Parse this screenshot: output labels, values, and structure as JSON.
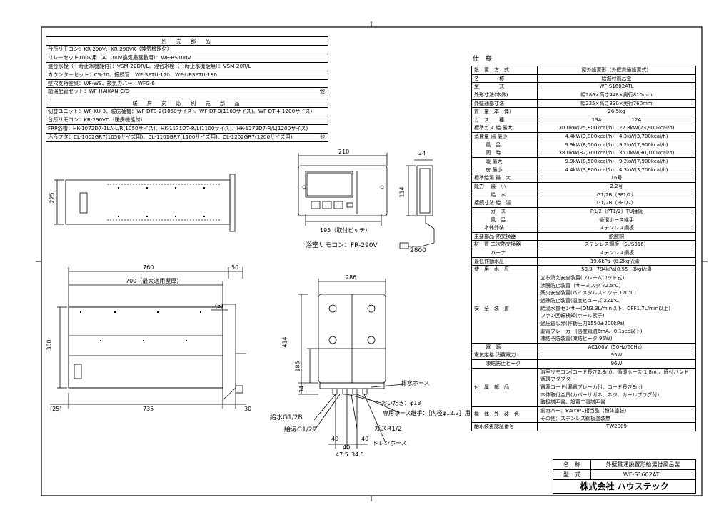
{
  "accessories": {
    "title": "別　売　部　品",
    "rows": [
      "台所リモコン：KR-290V、KR-290VK（換気機能付）",
      "リレーセット100V用（AC100V換気扇駆動用）：WF-RS100V",
      "混合水栓（一時止水機能付）：VSM-22DR/L、混合水栓（一時止水機能無）：VSM-20R/L",
      "カウンターセット：CS-20、接続管：WF-SETU-170、WF-UBSETU-180",
      "壁穴支持金具：WF-WS、換気カバー：WFG-6",
      "給湯配管セット：WF-HAIKAN-C/D"
    ],
    "tail": "他"
  },
  "heating": {
    "title": "暖　房　対　応　別　売　部　品",
    "rows": [
      "切替ユニット：WF-KU-3、暖房補機：WF-DTS-2(1050サイズ)、WF-DT-3(1100サイズ)、WF-DT-4(1200サイズ)",
      "台所リモコン：KR-290VD（暖房機能付）",
      "FRP浴槽：HK-1072D7-1LA-L/R(1050サイズ)、HK-1171D7-R/L(1100サイズ)、HK-1272D7-R/L(1200サイズ)",
      "ふろフタ：CL-1002GR7(1050サイズ用)、CL-1101GR7(1100サイズ用)、CL-1202GR7(1200サイズ用)"
    ],
    "tail": "他"
  },
  "spec": {
    "title": "仕　様",
    "rows": [
      {
        "k": "設　置　方　式",
        "v": "屋外設置形（外壁貫通設置式）"
      },
      {
        "k": "名　　　　称",
        "v": "給湯付風呂釜"
      },
      {
        "k": "型　　　　式",
        "v": "WF-S1602ATL"
      },
      {
        "k": "外形寸法(本体)",
        "v": "幅286×高さ448×奥行810mm"
      },
      {
        "k": "外壁通部寸法",
        "v": "幅225×高さ330×奥行760mm"
      },
      {
        "k": "質　量（本　体）",
        "v": "26.5kg"
      },
      {
        "k": "ガ　ス　　種",
        "v": "13A　　　　　　12A"
      },
      {
        "k": "標準ガス 給 最大",
        "v": "30.0kW(25,800kcal/h)　27.8kW(23,900kcal/h)"
      },
      {
        "k": "消費量 湯 最小",
        "v": "4.4kW(3,800kcal/h)　4.3kW(3,700kcal/h)"
      },
      {
        "k": "　　 風　呂",
        "v": "9.9kW(8,500kcal/h)　9.2kW(7,900kcal/h)"
      },
      {
        "k": "　　 同　時",
        "v": "38.0kW(32,700kcal/h)　35.0kW(30,100kcal/h)"
      },
      {
        "k": "　　 暖 最大",
        "v": "9.9kW(8,500kcal/h)　9.2kW(7,900kcal/h)"
      },
      {
        "k": "　　 房 最小",
        "v": "4.4kW(3,800kcal/h)　4.3kW(3,700kcal/h)"
      },
      {
        "k": "標準給湯 最　大",
        "v": "16号"
      },
      {
        "k": "能力　 最　小",
        "v": "2.2号"
      },
      {
        "k": "　　　 給　水",
        "v": "G1/2B（PF1/2）"
      },
      {
        "k": "接続寸法 給　湯",
        "v": "G1/2B（PF1/2）"
      },
      {
        "k": "　　　 ガ　ス",
        "v": "R1/2（PT1/2）TU接続"
      },
      {
        "k": "　　　 風　呂",
        "v": "循環ホース継手"
      },
      {
        "k": "　　本体外装",
        "v": "ステンレス鋼板"
      },
      {
        "k": "主要部品 熱交換器",
        "v": "脱酸銅"
      },
      {
        "k": "材　質 二次熱交換器",
        "v": "ステンレス鋼板（SUS316）"
      },
      {
        "k": "　　　 バーナ",
        "v": "ステンレス鋼板"
      },
      {
        "k": "最低作動水圧",
        "v": "19.6kPa（0.2kgf/㎠）"
      },
      {
        "k": "使　用　水　圧",
        "v": "53.9~784kPa(0.55~8kgf/㎠)"
      }
    ],
    "safety": {
      "k": "安　全　装　置",
      "items": [
        "立ち消え安全装置(フレームロッド式)",
        "沸騰防止装置（サーミスタ 72.5℃）",
        "残火安全装置(バイメタルスイッチ 120℃)",
        "過熱防止装置(温度ヒューズ 221℃)",
        "給湯水量センサー(ON3.3L/min以下、OFF1.7L/min以上)",
        "ファン回転検知(ホール素子)",
        "過圧逃し弁(作動圧力1550±200kPa)",
        "漏電ブレーカー(感度電流6mA、0.1sec以下)",
        "凍結予防装置(凍結ヒータ 96W)"
      ]
    },
    "power": [
      {
        "k": "　　 電　源",
        "v": "AC100V（50Hz/60Hz）"
      },
      {
        "k": "電気定格 消費電力",
        "v": "95W"
      },
      {
        "k": "　　 凍結防止ヒータ",
        "v": "96W"
      }
    ],
    "attachments": {
      "k": "付　属　部　品",
      "items": [
        "浴室リモコン(コード長さ2.8m)、循環ホース(1.8m)、締付バンド",
        "循環アダプター",
        "電源コード(漏電ブレーカ付、コード長さ8m)",
        "本体取付金具(カバーサガネ、ネジ、カールプラグ付)",
        "取扱説明書、設置工事説明書"
      ]
    },
    "color": {
      "k": "機　体　外　装　色",
      "items": [
        "前カバー：8.5Y9/1相当品（粉体塗装）",
        "その他：ステンレス鋼板塗装無"
      ]
    },
    "cert": {
      "k": "給水装置認証番号",
      "v": "TW2009"
    }
  },
  "drawing": {
    "dim_760": "760",
    "dim_50": "50",
    "dim_700": "700（最大適用壁厚）",
    "dim_6": "（6）",
    "dim_330": "330",
    "dim_225": "225",
    "dim_25": "(25)",
    "dim_735": "735",
    "dim_30": "30",
    "dim_210": "210",
    "dim_24": "24",
    "dim_114": "114",
    "dim_195": "195（取付ピッチ）",
    "remote_label": "浴室リモコン：FR-290V",
    "dim_2800": "2800",
    "dim_286": "286",
    "dim_414": "414",
    "dim_185": "185",
    "dim_34": "34",
    "drain_hose": "排水ホース",
    "oidaki": "おいだき：φ13",
    "circ_joint": "専用ホース継手：［内径φ12.2］用",
    "water_in": "給水G1/2B",
    "hot_out": "給湯G1/2B",
    "gas": "ガスR1/2",
    "drain": "ドレンホース",
    "dim_40a": "40",
    "dim_40b": "40",
    "dim_40c": "40",
    "dim_475": "47.5",
    "dim_345": "34.5"
  },
  "titleblock": {
    "name_k": "名　称",
    "name_v": "外壁貫通設置形給湯付風呂釜",
    "model_k": "型　式",
    "model_v": "WF-S1602ATL",
    "company": "株式会社 ハウステック"
  }
}
